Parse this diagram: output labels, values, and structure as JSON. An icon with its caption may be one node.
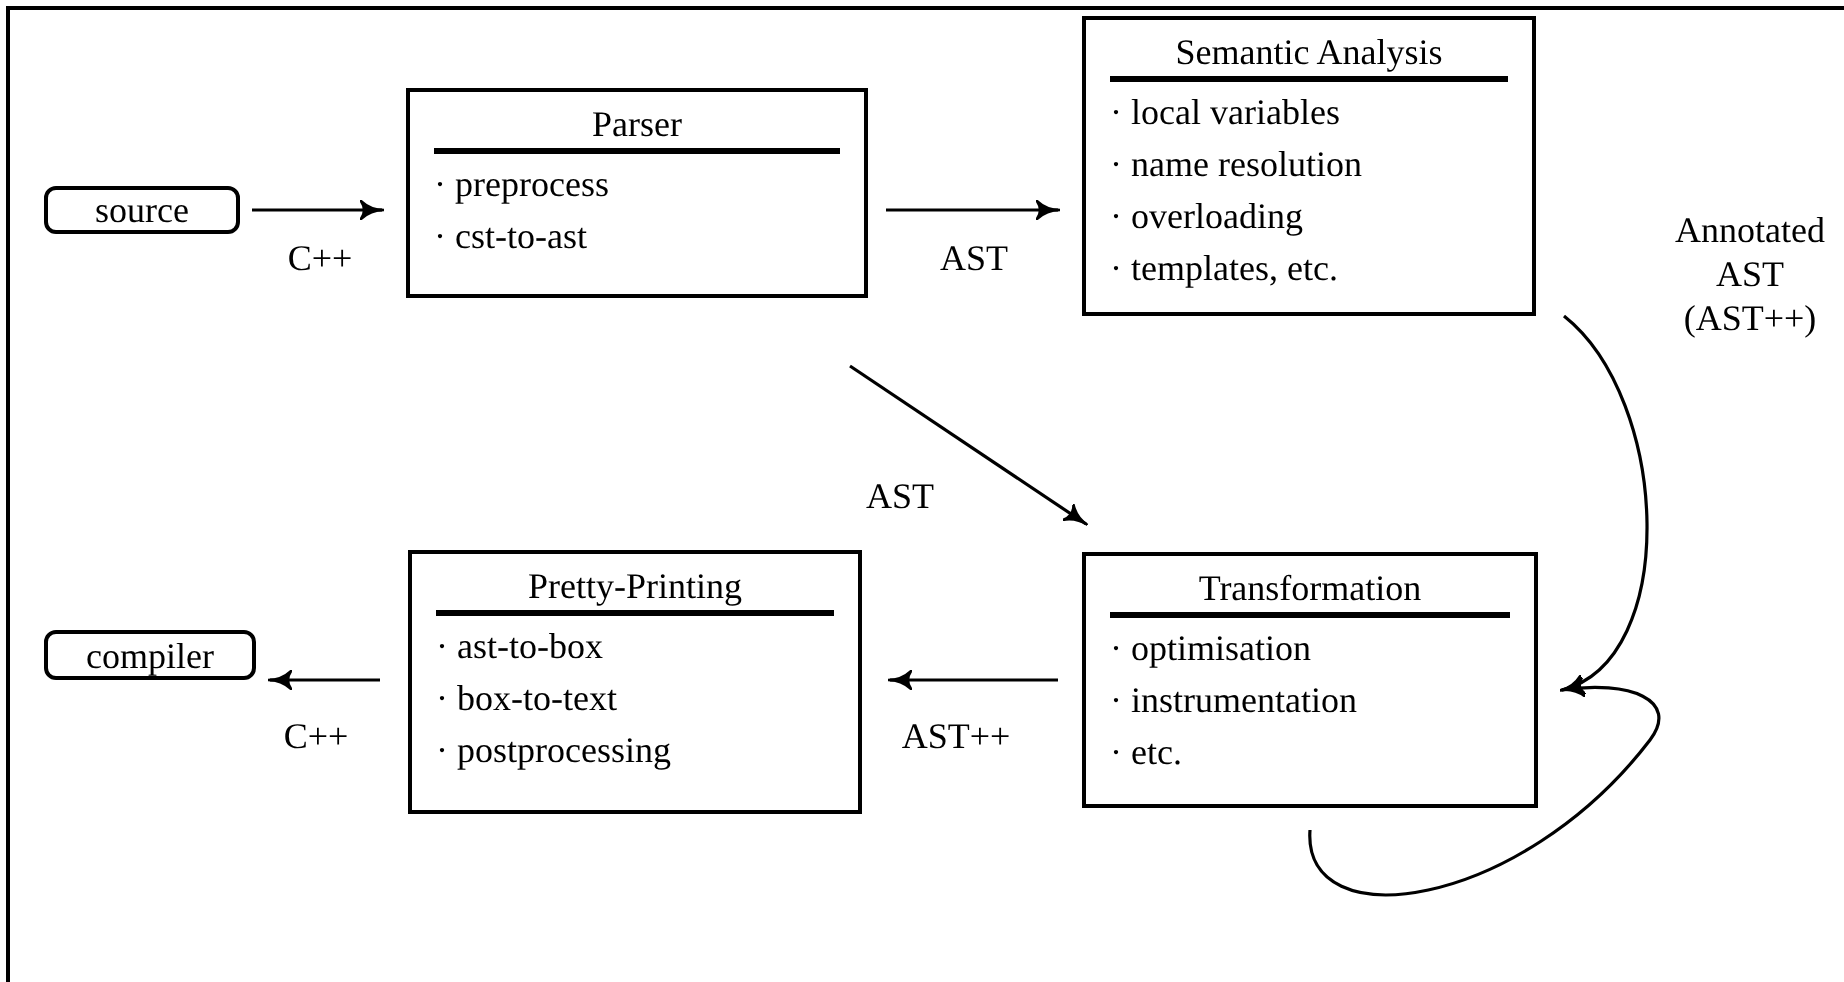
{
  "diagram": {
    "nodes": [
      {
        "text": [
          "source"
        ]
      },
      {
        "text": [
          "Parser",
          "· preprocess",
          "· cst-to-ast"
        ]
      },
      {
        "text": [
          "Semantic Analysis",
          "· local variables",
          "· name resolution",
          "· overloading",
          "· templates, etc."
        ]
      },
      {
        "text": [
          "Transformation",
          "· optimisation",
          "· instrumentation",
          "· etc."
        ]
      },
      {
        "text": [
          "Pretty-Printing",
          "· ast-to-box",
          "· box-to-text",
          "· postprocessing"
        ]
      },
      {
        "text": [
          "compiler"
        ]
      }
    ],
    "edges": [
      {
        "from": 0,
        "to": 1,
        "arrow": "to",
        "label": "C++"
      },
      {
        "from": 1,
        "to": 2,
        "arrow": "to",
        "label": "AST"
      },
      {
        "from": 1,
        "to": 3,
        "arrow": "to",
        "label": "AST"
      },
      {
        "from": 2,
        "to": 3,
        "arrow": "to",
        "label": "Annotated AST (AST++)"
      },
      {
        "from": 3,
        "to": 3,
        "arrow": "to"
      },
      {
        "from": 3,
        "to": 4,
        "arrow": "to",
        "label": "AST++"
      },
      {
        "from": 4,
        "to": 5,
        "arrow": "to",
        "label": "C++"
      }
    ]
  }
}
